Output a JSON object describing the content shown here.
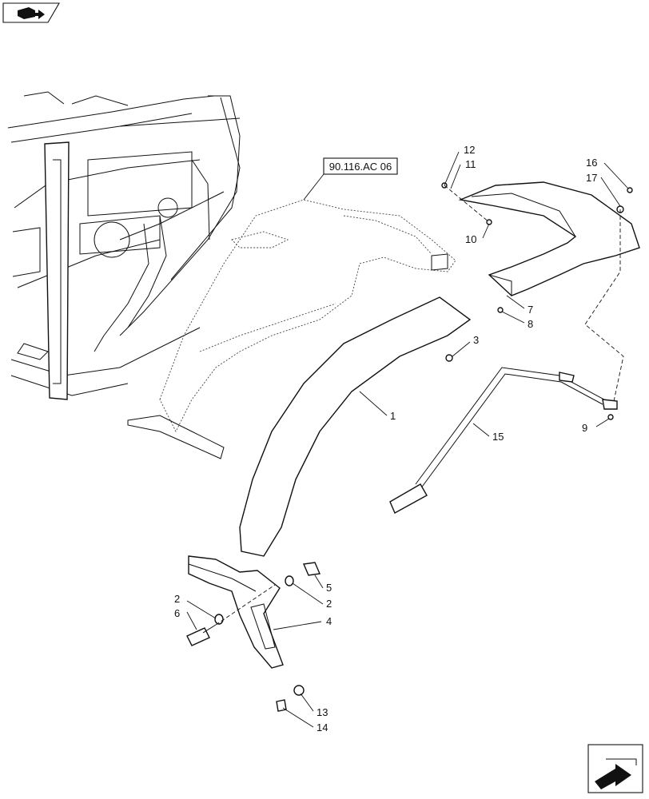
{
  "reference_box": {
    "label": "90.116.AC 06"
  },
  "callouts": [
    {
      "id": "c12",
      "text": "12"
    },
    {
      "id": "c11",
      "text": "11"
    },
    {
      "id": "c10",
      "text": "10"
    },
    {
      "id": "c16",
      "text": "16"
    },
    {
      "id": "c17",
      "text": "17"
    },
    {
      "id": "c7",
      "text": "7"
    },
    {
      "id": "c8",
      "text": "8"
    },
    {
      "id": "c3",
      "text": "3"
    },
    {
      "id": "c1",
      "text": "1"
    },
    {
      "id": "c15",
      "text": "15"
    },
    {
      "id": "c9",
      "text": "9"
    },
    {
      "id": "c5",
      "text": "5"
    },
    {
      "id": "c2a",
      "text": "2"
    },
    {
      "id": "c2b",
      "text": "2"
    },
    {
      "id": "c6",
      "text": "6"
    },
    {
      "id": "c4",
      "text": "4"
    },
    {
      "id": "c13",
      "text": "13"
    },
    {
      "id": "c14",
      "text": "14"
    }
  ],
  "icons": {
    "top_left": "book-arrow-icon",
    "bottom_right": "next-page-arrow-icon"
  },
  "colors": {
    "line": "#111111",
    "background": "#ffffff"
  }
}
